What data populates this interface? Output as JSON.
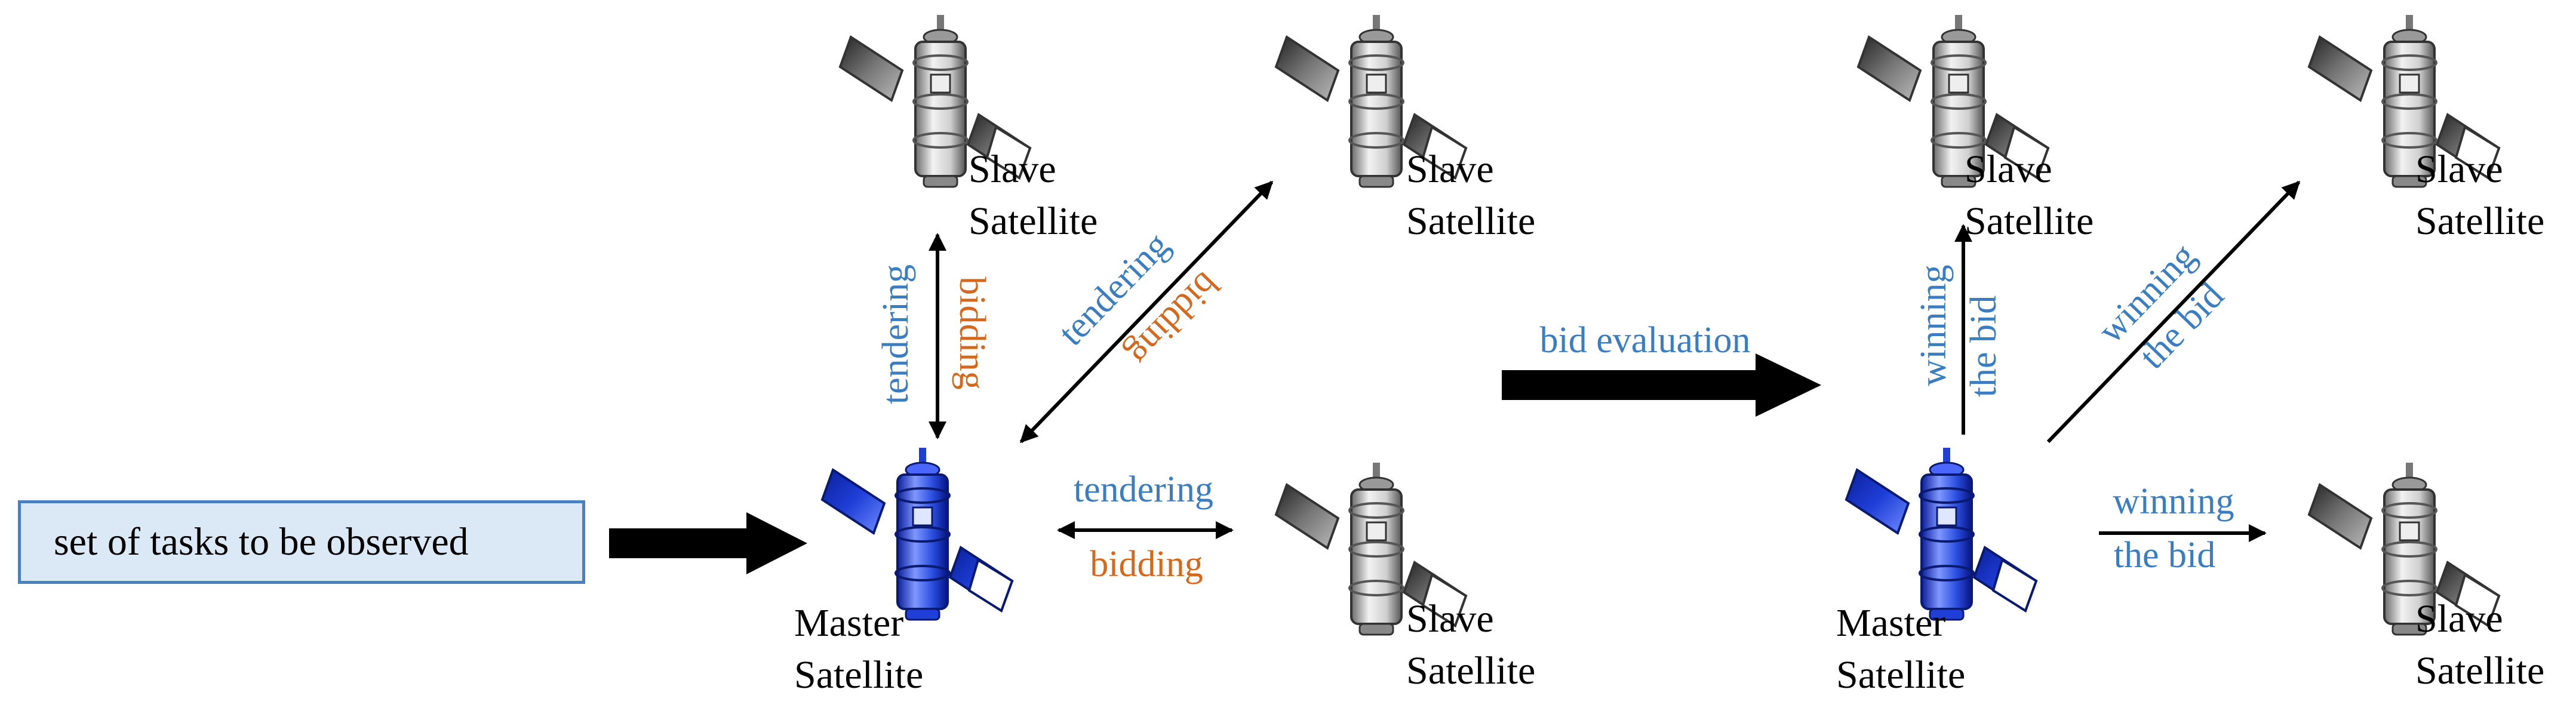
{
  "input_box": {
    "label": "set of tasks to be observed"
  },
  "left_panel": {
    "master_label": [
      "Master",
      "Satellite"
    ],
    "slave_top_left_label": [
      "Slave",
      "Satellite"
    ],
    "slave_top_right_label": [
      "Slave",
      "Satellite"
    ],
    "slave_bottom_label": [
      "Slave",
      "Satellite"
    ],
    "tendering": "tendering",
    "bidding": "bidding"
  },
  "middle": {
    "bid_evaluation": "bid evaluation"
  },
  "right_panel": {
    "master_label": [
      "Master",
      "Satellite"
    ],
    "slave_top_left_label": [
      "Slave",
      "Satellite"
    ],
    "slave_top_right_label": [
      "Slave",
      "Satellite"
    ],
    "slave_bottom_label": [
      "Slave",
      "Satellite"
    ],
    "winning": "winning",
    "the_bid": "the bid"
  },
  "colors": {
    "tendering": "#3a7ec1",
    "bidding": "#d4691e",
    "winning": "#3a7ec1",
    "master_satellite": "#1f3fd8",
    "slave_satellite": "#808080",
    "box_fill": "#dbe8f6",
    "box_border": "#4a7fc0"
  },
  "icons": {
    "master": "master-satellite-icon",
    "slave": "slave-satellite-icon"
  }
}
